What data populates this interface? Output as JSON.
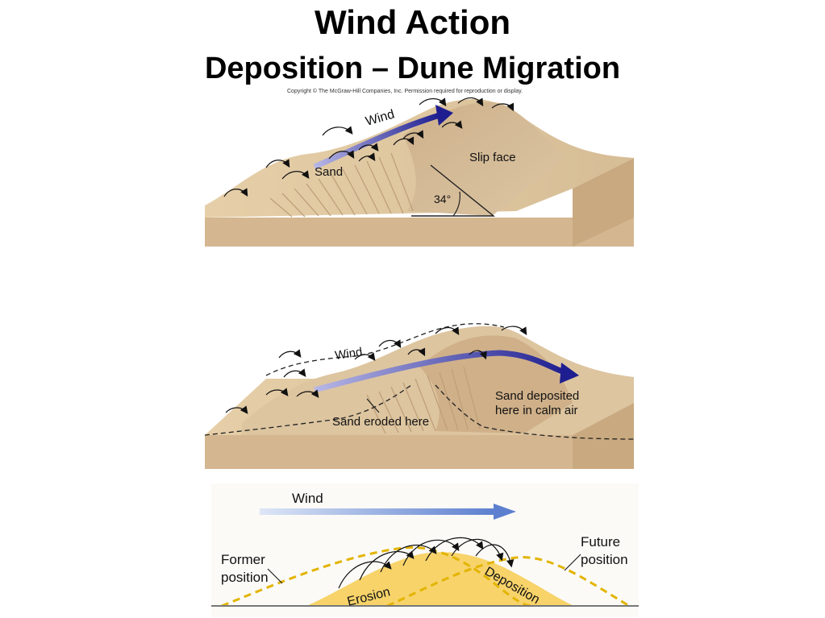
{
  "slide": {
    "title": "Wind Action",
    "subtitle": "Deposition – Dune Migration",
    "copyright": "Copyright © The McGraw-Hill Companies, Inc. Permission required for reproduction or display."
  },
  "panel1": {
    "wind_label": "Wind",
    "sand_label": "Sand",
    "slip_face_label": "Slip face",
    "angle_label": "34°"
  },
  "panel2": {
    "wind_label": "Wind",
    "eroded_label": "Sand eroded here",
    "deposited_label_line1": "Sand deposited",
    "deposited_label_line2": "here in calm air"
  },
  "panel3": {
    "wind_label": "Wind",
    "former_label_line1": "Former",
    "former_label_line2": "position",
    "future_label_line1": "Future",
    "future_label_line2": "position",
    "erosion_label": "Erosion",
    "deposition_label": "Deposition"
  },
  "colors": {
    "sand_light": "#e8d4b4",
    "sand_mid": "#d2b48c",
    "sand_dark": "#b8966a",
    "wind_arrow": "#3a3aa8",
    "dune_fill": "#f7d36a",
    "dashed_outline": "#e3b400"
  }
}
